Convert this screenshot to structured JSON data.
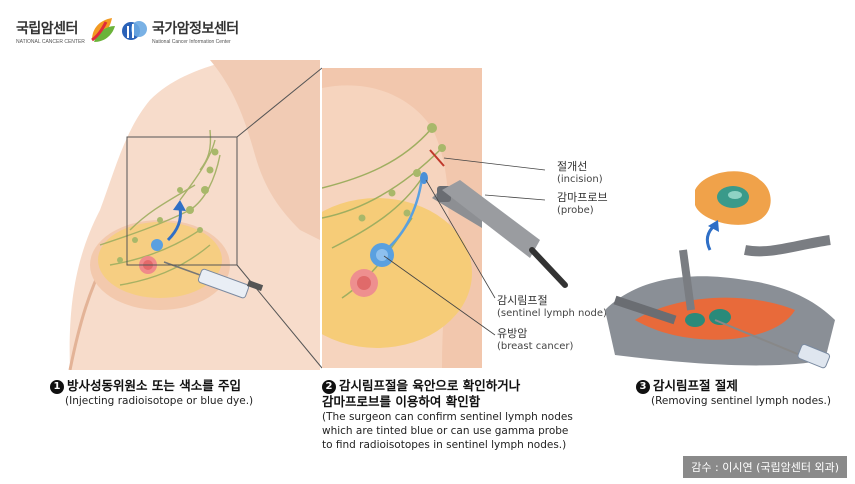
{
  "header": {
    "logo1": {
      "name_ko": "국립암센터",
      "name_en": "NATIONAL CANCER CENTER"
    },
    "logo2": {
      "name_ko": "국가암정보센터",
      "name_en": "National Cancer Information Center"
    }
  },
  "labels": {
    "incision_ko": "절개선",
    "incision_en": "(incision)",
    "probe_ko": "감마프로브",
    "probe_en": "(probe)",
    "sln_ko": "감시림프절",
    "sln_en": "(sentinel lymph node)",
    "cancer_ko": "유방암",
    "cancer_en": "(breast cancer)"
  },
  "steps": [
    {
      "num": "1",
      "ko": "방사성동위원소 또는 색소를 주입",
      "en": "(Injecting radioisotope or blue dye.)"
    },
    {
      "num": "2",
      "ko_line1": "감시림프절을 육안으로 확인하거나",
      "ko_line2": "감마프로브를 이용하여 확인함",
      "en_line1": "(The surgeon can confirm sentinel lymph nodes",
      "en_line2": "which are tinted blue or can use gamma probe",
      "en_line3": "to find radioisotopes in sentinel lymph nodes.)"
    },
    {
      "num": "3",
      "ko": "감시림프절 절제",
      "en": "(Removing sentinel lymph nodes.)"
    }
  ],
  "credit": "감수 : 이시연 (국립암센터 외과)",
  "colors": {
    "skin": "#f6d8c4",
    "skin_shade": "#e8b89c",
    "fat": "#f4c66a",
    "lymph": "#9fb06a",
    "blue_dye": "#5aa0e0",
    "tumor": "#e87a7a",
    "credit_bg": "#8a8a8a"
  }
}
